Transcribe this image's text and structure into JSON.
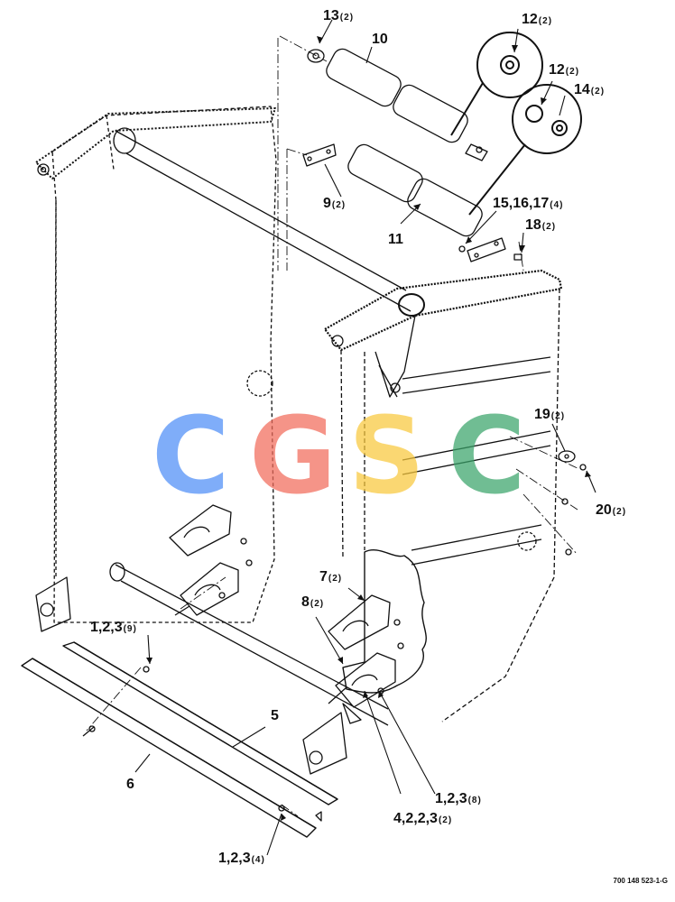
{
  "callouts": {
    "c13": {
      "num": "13",
      "qty": "(2)"
    },
    "c10": {
      "num": "10",
      "qty": ""
    },
    "c12a": {
      "num": "12",
      "qty": "(2)"
    },
    "c12b": {
      "num": "12",
      "qty": "(2)"
    },
    "c14": {
      "num": "14",
      "qty": "(2)"
    },
    "c9": {
      "num": "9",
      "qty": "(2)"
    },
    "c15": {
      "num": "15,16,17",
      "qty": "(4)"
    },
    "c18": {
      "num": "18",
      "qty": "(2)"
    },
    "c11": {
      "num": "11",
      "qty": ""
    },
    "c19": {
      "num": "19",
      "qty": "(2)"
    },
    "c20": {
      "num": "20",
      "qty": "(2)"
    },
    "c7": {
      "num": "7",
      "qty": "(2)"
    },
    "c8": {
      "num": "8",
      "qty": "(2)"
    },
    "c123a": {
      "num": "1,2,3",
      "qty": "(9)"
    },
    "c5": {
      "num": "5",
      "qty": ""
    },
    "c6": {
      "num": "6",
      "qty": ""
    },
    "c123b": {
      "num": "1,2,3",
      "qty": "(8)"
    },
    "c4223": {
      "num": "4,2,2,3",
      "qty": "(2)"
    },
    "c123c": {
      "num": "1,2,3",
      "qty": "(4)"
    }
  },
  "figure_id": "700 148 523-1-G",
  "watermark": {
    "letters": [
      "C",
      "G",
      "S",
      "C"
    ],
    "colors": [
      "#4f8ef7",
      "#f26b5b",
      "#f9c93c",
      "#3aa56a"
    ]
  }
}
